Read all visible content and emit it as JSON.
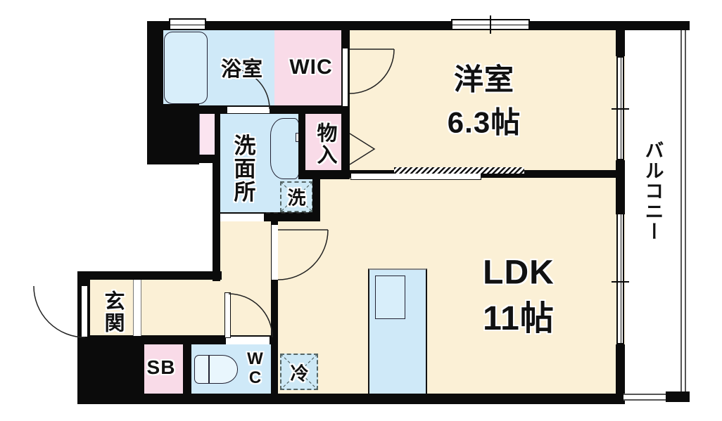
{
  "rooms": {
    "bathroom": {
      "label": "浴室"
    },
    "wic": {
      "label": "WIC"
    },
    "western_room": {
      "label": "洋室",
      "size": "6.3帖"
    },
    "washroom": {
      "label": "洗面所"
    },
    "storage": {
      "label": "物入"
    },
    "washer_space": {
      "label": "洗"
    },
    "ldk": {
      "label": "LDK",
      "size": "11帖"
    },
    "balcony": {
      "label": "バルコニー"
    },
    "entrance": {
      "label": "玄関"
    },
    "shoe_box": {
      "label": "SB"
    },
    "toilet": {
      "label": "WC"
    },
    "fridge_space": {
      "label": "冷"
    }
  },
  "colors": {
    "wall": "#0b0b0b",
    "room_cream": "#fbf0d6",
    "room_blue": "#cfe9f8",
    "room_pink": "#f9dbe8",
    "fixture_blue": "#d8eefa"
  }
}
